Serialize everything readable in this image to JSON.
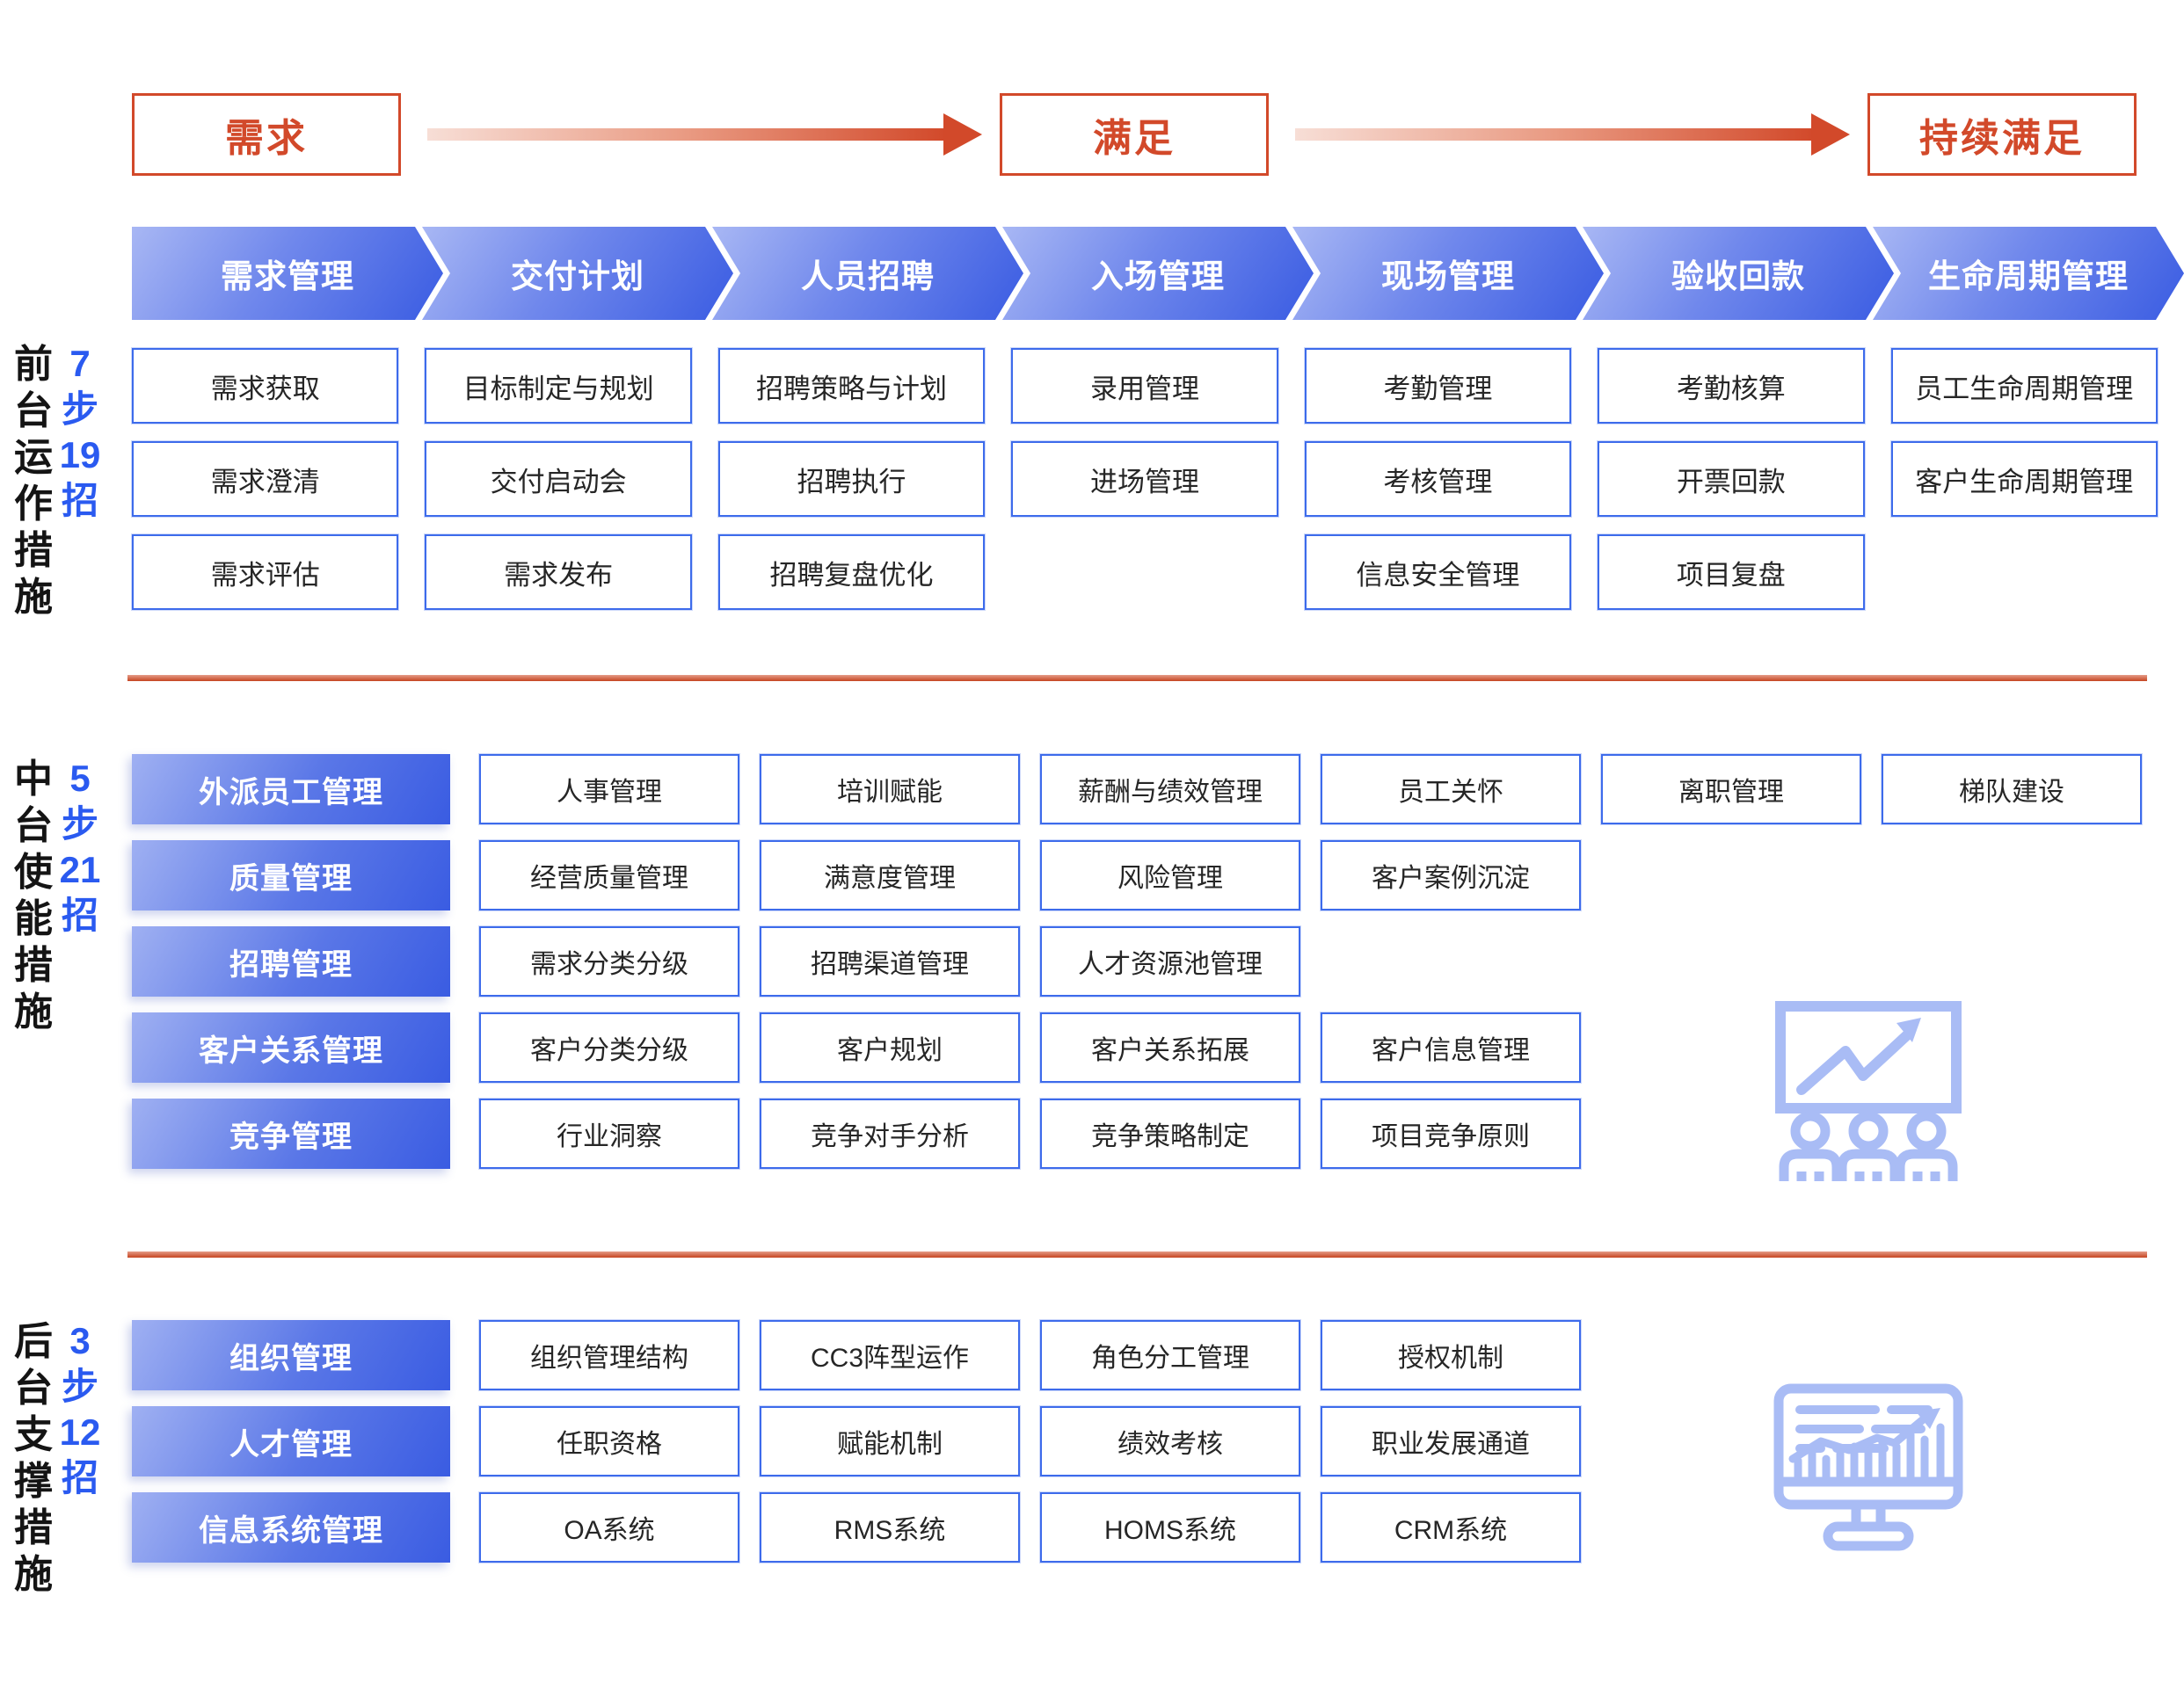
{
  "flow": {
    "stages": [
      {
        "label": "需求"
      },
      {
        "label": "满足"
      },
      {
        "label": "持续满足"
      }
    ]
  },
  "front": {
    "rail": {
      "title": "前台运作措施",
      "counter": [
        "7",
        "步",
        "19",
        "招"
      ]
    },
    "steps": [
      {
        "label": "需求管理",
        "boxes": [
          "需求获取",
          "需求澄清",
          "需求评估"
        ]
      },
      {
        "label": "交付计划",
        "boxes": [
          "目标制定与规划",
          "交付启动会",
          "需求发布"
        ]
      },
      {
        "label": "人员招聘",
        "boxes": [
          "招聘策略与计划",
          "招聘执行",
          "招聘复盘优化"
        ]
      },
      {
        "label": "入场管理",
        "boxes": [
          "录用管理",
          "进场管理"
        ]
      },
      {
        "label": "现场管理",
        "boxes": [
          "考勤管理",
          "考核管理",
          "信息安全管理"
        ]
      },
      {
        "label": "验收回款",
        "boxes": [
          "考勤核算",
          "开票回款",
          "项目复盘"
        ]
      },
      {
        "label": "生命周期管理",
        "boxes": [
          "员工生命周期管理",
          "客户生命周期管理"
        ]
      }
    ]
  },
  "middle": {
    "rail": {
      "title": "中台使能措施",
      "counter": [
        "5",
        "步",
        "21",
        "招"
      ]
    },
    "rows": [
      {
        "label": "外派员工管理",
        "boxes": [
          "人事管理",
          "培训赋能",
          "薪酬与绩效管理",
          "员工关怀",
          "离职管理",
          "梯队建设"
        ]
      },
      {
        "label": "质量管理",
        "boxes": [
          "经营质量管理",
          "满意度管理",
          "风险管理",
          "客户案例沉淀"
        ]
      },
      {
        "label": "招聘管理",
        "boxes": [
          "需求分类分级",
          "招聘渠道管理",
          "人才资源池管理"
        ]
      },
      {
        "label": "客户关系管理",
        "boxes": [
          "客户分类分级",
          "客户规划",
          "客户关系拓展",
          "客户信息管理"
        ]
      },
      {
        "label": "竞争管理",
        "boxes": [
          "行业洞察",
          "竞争对手分析",
          "竞争策略制定",
          "项目竞争原则"
        ]
      }
    ],
    "icon": "presentation-growth-team-icon"
  },
  "back": {
    "rail": {
      "title": "后台支撑措施",
      "counter": [
        "3",
        "步",
        "12",
        "招"
      ]
    },
    "rows": [
      {
        "label": "组织管理",
        "boxes": [
          "组织管理结构",
          "CC3阵型运作",
          "角色分工管理",
          "授权机制"
        ]
      },
      {
        "label": "人才管理",
        "boxes": [
          "任职资格",
          "赋能机制",
          "绩效考核",
          "职业发展通道"
        ]
      },
      {
        "label": "信息系统管理",
        "boxes": [
          "OA系统",
          "RMS系统",
          "HOMS系统",
          "CRM系统"
        ]
      }
    ],
    "icon": "monitor-analytics-icon"
  },
  "colors": {
    "accent_red": "#d2492a",
    "divider_red": "#c64521",
    "box_border_blue": "#3d6beb",
    "chevron_gradient_light": "#a8b7f4",
    "chevron_gradient_dark": "#3a5ce2",
    "counter_blue": "#2a5af0",
    "icon_blue": "#a9bcf5",
    "text_dark": "#262626"
  }
}
